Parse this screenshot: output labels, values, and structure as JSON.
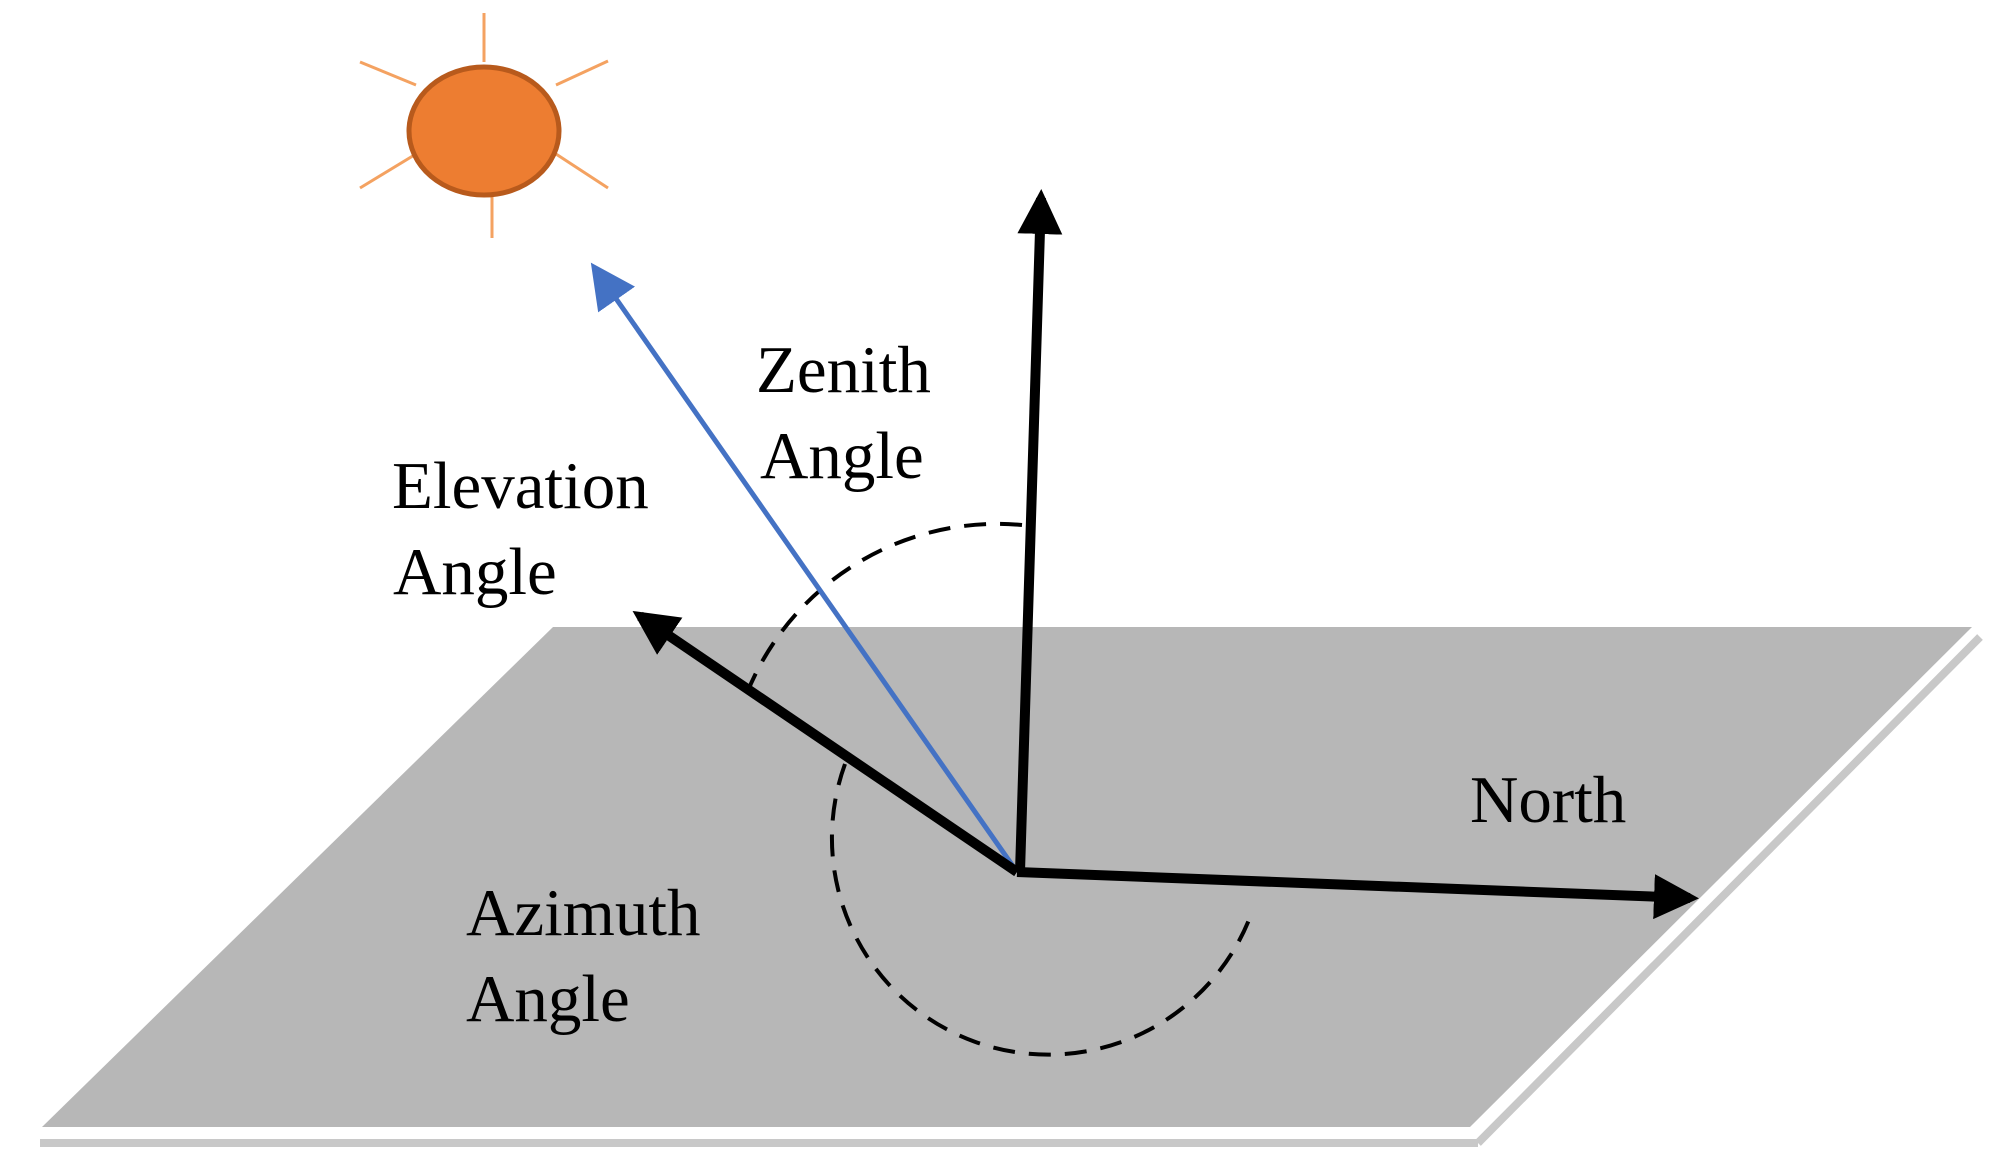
{
  "labels": {
    "zenith_line1": "Zenith",
    "zenith_line2": "Angle",
    "elevation_line1": "Elevation",
    "elevation_line2": "Angle",
    "azimuth_line1": "Azimuth",
    "azimuth_line2": "Angle",
    "north": "North"
  },
  "colors": {
    "ground_plane": "#b7b7b7",
    "ground_shadow": "#c8c8c8",
    "sun_fill": "#ed7d31",
    "sun_outline": "#b85a1c",
    "sun_rays": "#f4a261",
    "sun_vector": "#4472c4",
    "axes": "#000000"
  },
  "icons": {
    "sun": "sun-icon"
  }
}
